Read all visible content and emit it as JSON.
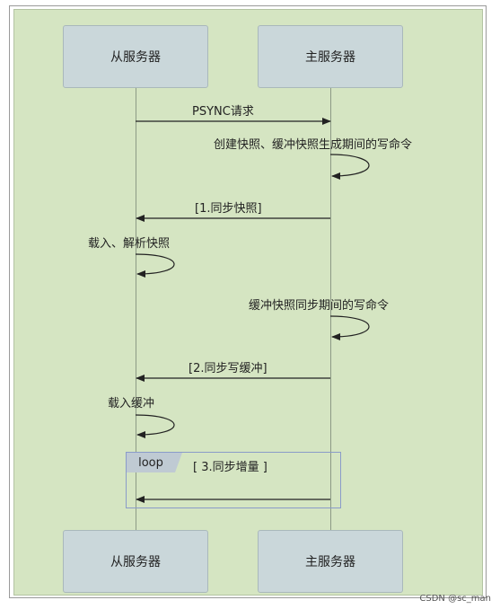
{
  "participants": {
    "left": "从服务器",
    "right": "主服务器"
  },
  "messages": [
    {
      "id": "m1",
      "from": "left",
      "to": "right",
      "type": "message",
      "label": "PSYNC请求"
    },
    {
      "id": "m2",
      "from": "right",
      "to": "right",
      "type": "self",
      "label": "创建快照、缓冲快照生成期间的写命令"
    },
    {
      "id": "m3",
      "from": "right",
      "to": "left",
      "type": "message",
      "label": "[1.同步快照]"
    },
    {
      "id": "m4",
      "from": "left",
      "to": "left",
      "type": "self",
      "label": "载入、解析快照"
    },
    {
      "id": "m5",
      "from": "right",
      "to": "right",
      "type": "self",
      "label": "缓冲快照同步期间的写命令"
    },
    {
      "id": "m6",
      "from": "right",
      "to": "left",
      "type": "message",
      "label": "[2.同步写缓冲]"
    },
    {
      "id": "m7",
      "from": "left",
      "to": "left",
      "type": "self",
      "label": "载入缓冲"
    },
    {
      "id": "m8",
      "from": "right",
      "to": "left",
      "type": "message",
      "label": ""
    }
  ],
  "loop": {
    "tag": "loop",
    "guard": "[ 3.同步增量 ]"
  },
  "watermark": "CSDN @sc_man"
}
